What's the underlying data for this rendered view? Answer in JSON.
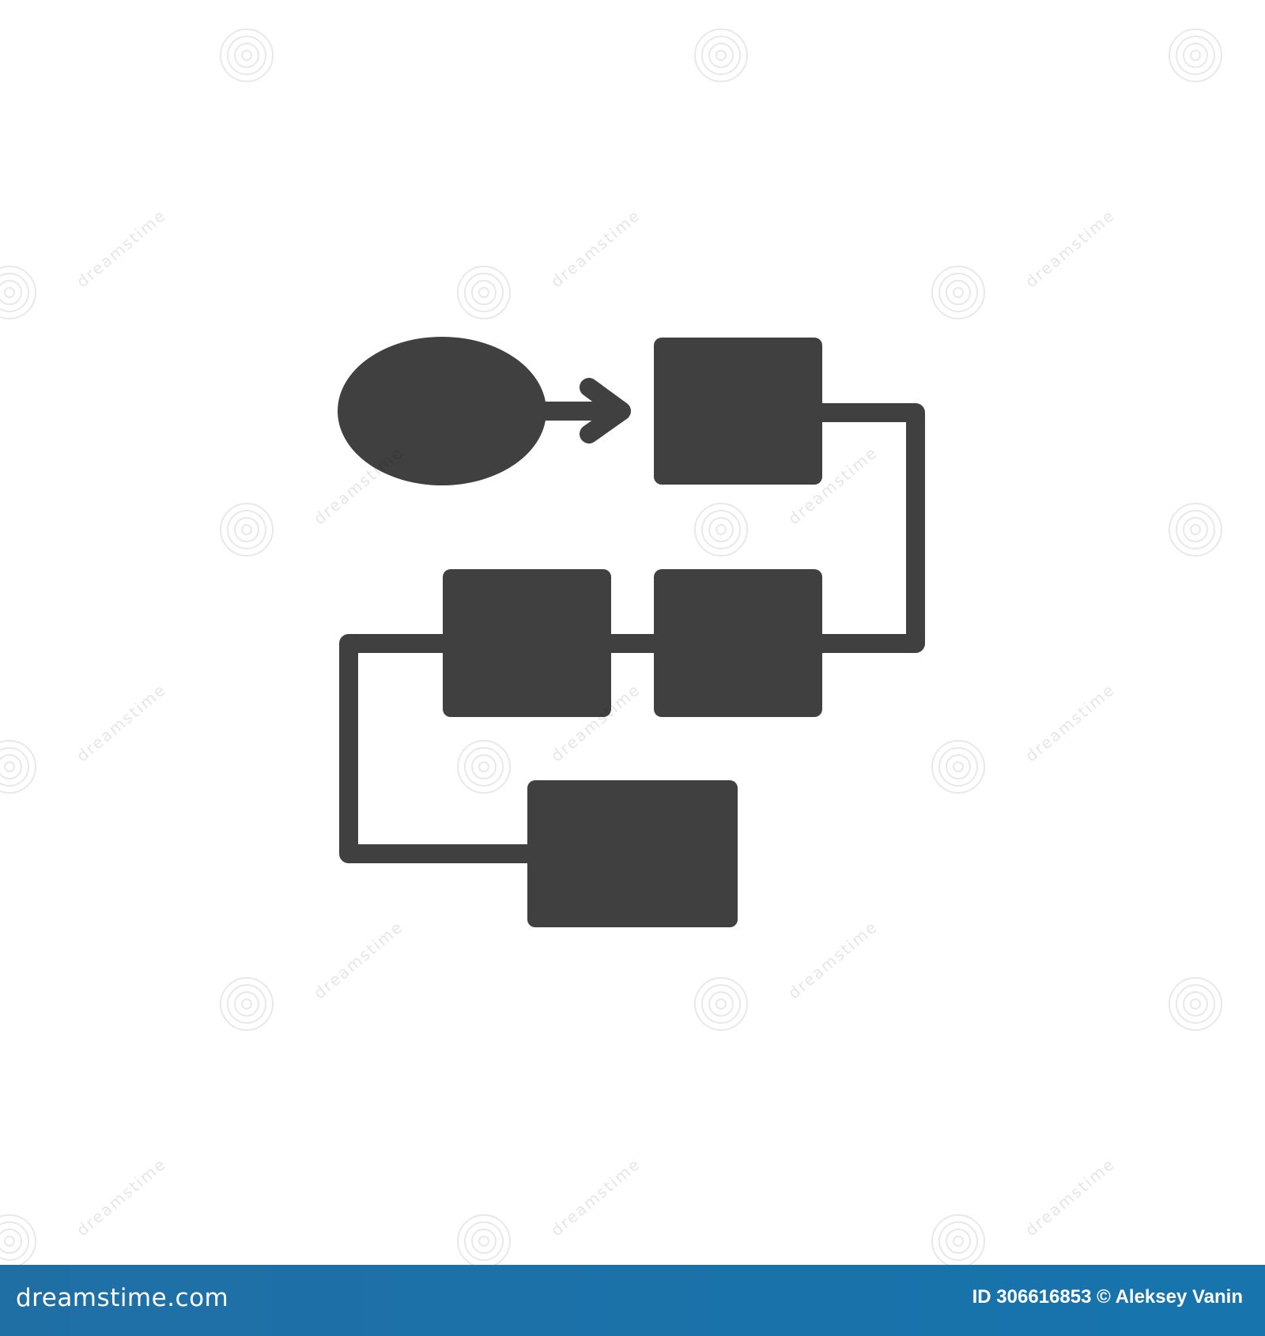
{
  "colors": {
    "icon_fill": "#404040",
    "background": "#ffffff",
    "footer_background": "#1774ad",
    "footer_text": "#ffffff"
  },
  "illustration": {
    "subject": "flowchart",
    "shapes": [
      "oval-start-node",
      "process-box",
      "process-box",
      "process-box",
      "process-box"
    ],
    "connector_icon": "arrow-right-icon"
  },
  "watermark": {
    "text": "dreamstime",
    "icon": "spiral-logo-icon"
  },
  "footer": {
    "brand": "dreamstime.com",
    "credit": "ID 306616853 © Aleksey Vanin"
  }
}
